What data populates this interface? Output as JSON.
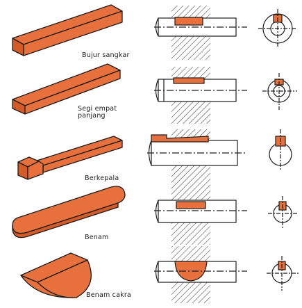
{
  "colors": {
    "key": "#e8703c",
    "outline": "#1c1c1c",
    "hatch": "#2a2a2a",
    "paper": "#ffffff"
  },
  "rows": [
    {
      "label": "Bujur sangkar",
      "shape": "square-key"
    },
    {
      "label": "Segi empat\npanjang",
      "shape": "rectangular-key"
    },
    {
      "label": "Berkepala",
      "shape": "gib-head-key"
    },
    {
      "label": "Benam",
      "shape": "feather-key"
    },
    {
      "label": "Benam cakra",
      "shape": "woodruff-key"
    }
  ]
}
